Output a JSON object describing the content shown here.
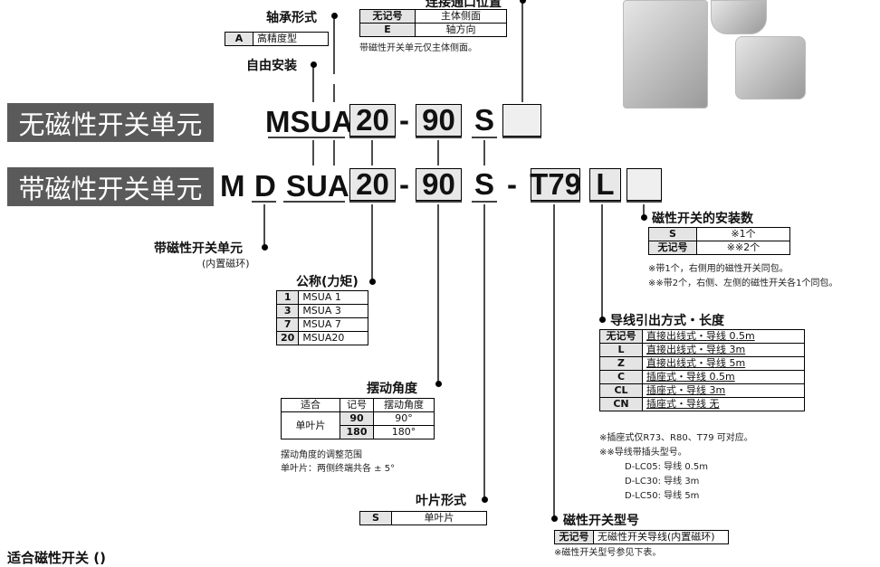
{
  "banners": {
    "no_switch": "无磁性开关单元",
    "with_switch": "带磁性开关单元"
  },
  "model_row1": {
    "prefix": "MSUA",
    "size": "20",
    "dash": "-",
    "angle": "90",
    "vane": "S"
  },
  "model_row2": {
    "m": "M",
    "d": "D",
    "sua": "SUA",
    "size": "20",
    "dash1": "-",
    "angle": "90",
    "vane": "S",
    "dash2": "-",
    "switch": "T79",
    "lead": "L"
  },
  "port": {
    "title": "连接通口位置",
    "rows": [
      [
        "无记号",
        "主体侧面"
      ],
      [
        "E",
        "轴方向"
      ]
    ],
    "note": "带磁性开关单元仅主体侧面。"
  },
  "bearing": {
    "title": "轴承形式",
    "rows": [
      [
        "A",
        "高精度型"
      ]
    ]
  },
  "free_mount": {
    "title": "自由安装"
  },
  "magnetic_unit": {
    "title": "带磁性开关单元",
    "sub": "(内置磁环)"
  },
  "size": {
    "title": "公称(力矩)",
    "rows": [
      [
        "1",
        "MSUA 1"
      ],
      [
        "3",
        "MSUA 3"
      ],
      [
        "7",
        "MSUA 7"
      ],
      [
        "20",
        "MSUA20"
      ]
    ]
  },
  "rotation": {
    "title": "摆动角度",
    "headers": [
      "适合",
      "记号",
      "摆动角度"
    ],
    "applies": "单叶片",
    "rows": [
      [
        "90",
        "90°"
      ],
      [
        "180",
        "180°"
      ]
    ],
    "note1": "摆动角度的调整范围",
    "note2": "单叶片：两侧终端共各 ± 5°"
  },
  "vane": {
    "title": "叶片形式",
    "rows": [
      [
        "S",
        "单叶片"
      ]
    ]
  },
  "switch_type": {
    "title": "磁性开关型号",
    "rows": [
      [
        "无记号",
        "无磁性开关导线(内置磁环)"
      ]
    ],
    "note": "※磁性开关型号参见下表。"
  },
  "switch_count": {
    "title": "磁性开关的安装数",
    "rows": [
      [
        "S",
        "※1个"
      ],
      [
        "无记号",
        "※※2个"
      ]
    ],
    "note1": "※带1个，右侧用的磁性开关同包。",
    "note2": "※※带2个，右侧、左侧的磁性开关各1个同包。"
  },
  "lead": {
    "title": "导线引出方式・长度",
    "rows": [
      [
        "无记号",
        "直接出线式・导线 0.5m"
      ],
      [
        "L",
        "直接出线式・导线   3m"
      ],
      [
        "Z",
        "直接出线式・导线   5m"
      ],
      [
        "C",
        "插座式・导线 0.5m"
      ],
      [
        "CL",
        "插座式・导线   3m"
      ],
      [
        "CN",
        "插座式・导线    无"
      ]
    ],
    "note1": "※插座式仅R73、R80、T79 可对应。",
    "note2": "※※导线带插头型号。",
    "connectors": [
      "D-LC05: 导线  0.5m",
      "D-LC30: 导线  3m",
      "D-LC50: 导线  5m"
    ]
  },
  "bottom_heading": "适合磁性开关 ()"
}
